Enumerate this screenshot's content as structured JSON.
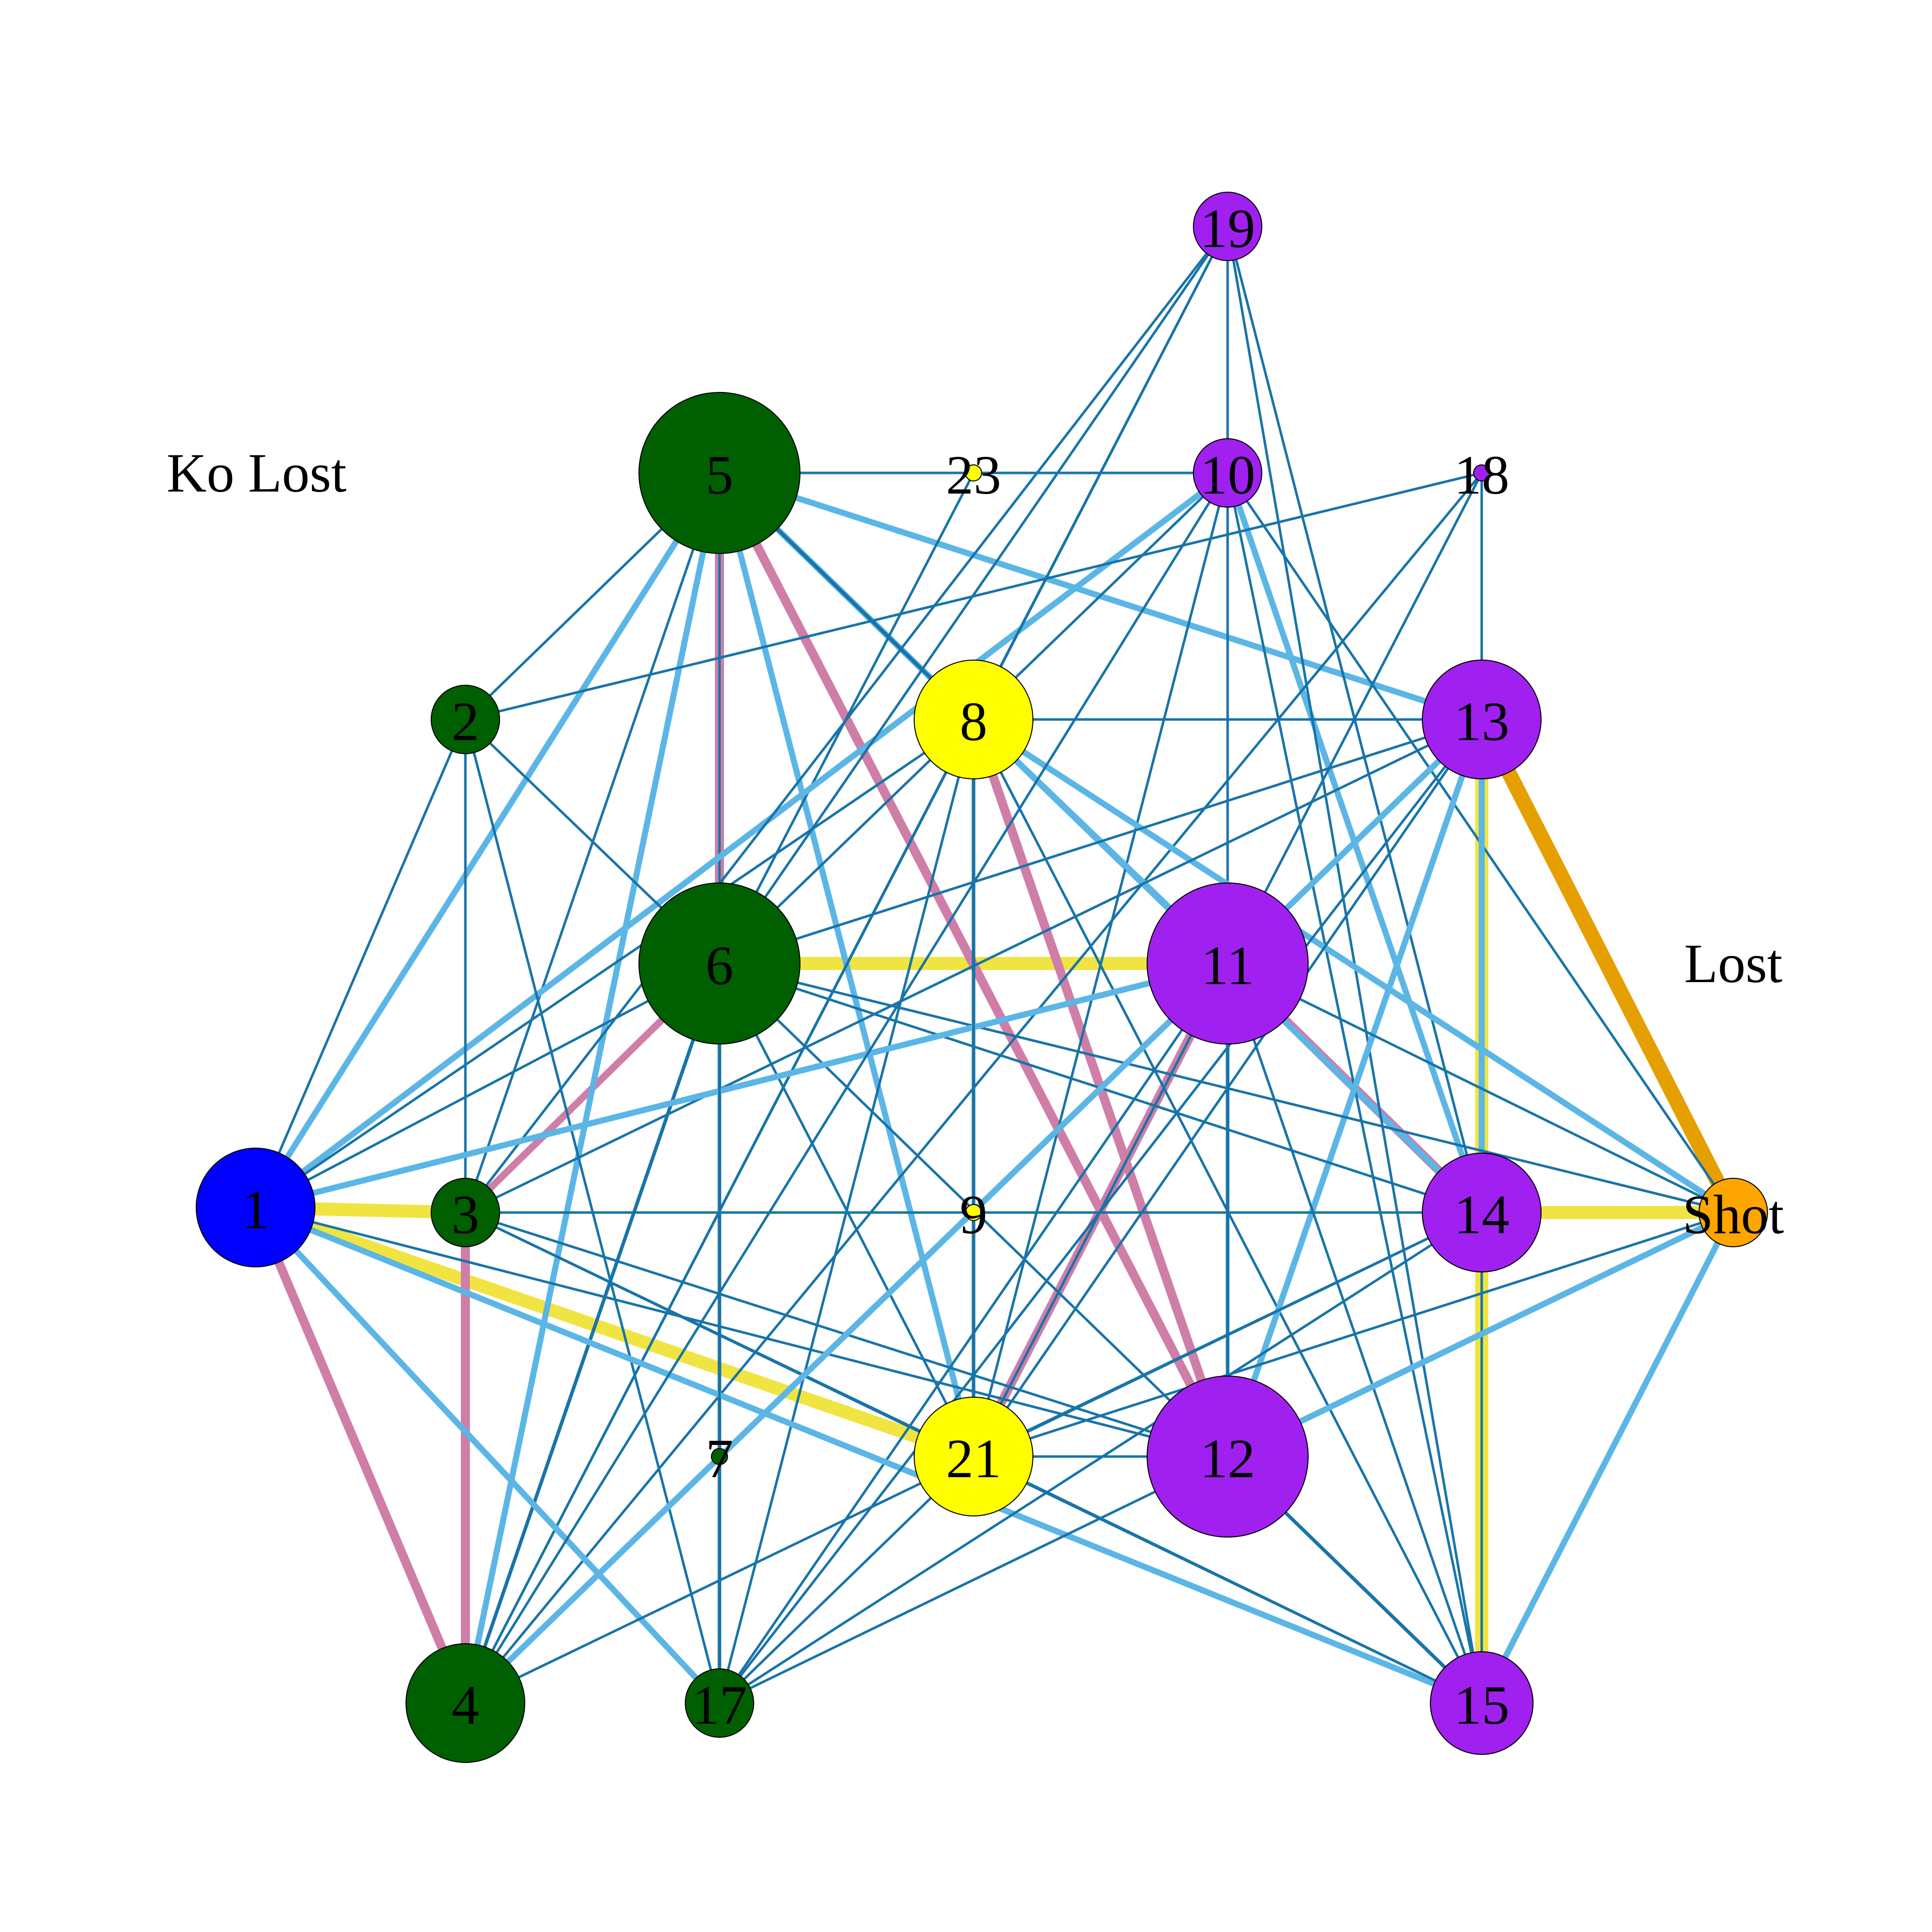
{
  "colors": {
    "dark": "#1874a8",
    "light": "#5bb6e6",
    "pink": "#cf7ea8",
    "yellow": "#f0e442",
    "orange": "#e69f00",
    "green": "#005f00",
    "purple": "#a020f0",
    "blue": "#0000ff",
    "nodeYellow": "#ffff00",
    "nodeOrange": "#ffa500"
  },
  "side_labels": {
    "ko_lost": "Ko Lost",
    "lost": "Lost"
  },
  "nodes": [
    {
      "id": "1",
      "label": "1",
      "color": "blue",
      "size": "large"
    },
    {
      "id": "2",
      "label": "2",
      "color": "green",
      "size": "small"
    },
    {
      "id": "3",
      "label": "3",
      "color": "green",
      "size": "small"
    },
    {
      "id": "4",
      "label": "4",
      "color": "green",
      "size": "large"
    },
    {
      "id": "5",
      "label": "5",
      "color": "green",
      "size": "xlarge"
    },
    {
      "id": "6",
      "label": "6",
      "color": "green",
      "size": "xlarge"
    },
    {
      "id": "7",
      "label": "7",
      "color": "green",
      "size": "tiny"
    },
    {
      "id": "8",
      "label": "8",
      "color": "nodeYellow",
      "size": "large"
    },
    {
      "id": "9",
      "label": "9",
      "color": "nodeYellow",
      "size": "tiny"
    },
    {
      "id": "10",
      "label": "10",
      "color": "purple",
      "size": "small"
    },
    {
      "id": "11",
      "label": "11",
      "color": "purple",
      "size": "xlarge"
    },
    {
      "id": "12",
      "label": "12",
      "color": "purple",
      "size": "xlarge"
    },
    {
      "id": "13",
      "label": "13",
      "color": "purple",
      "size": "large"
    },
    {
      "id": "14",
      "label": "14",
      "color": "purple",
      "size": "large"
    },
    {
      "id": "15",
      "label": "15",
      "color": "purple",
      "size": "medium"
    },
    {
      "id": "17",
      "label": "17",
      "color": "green",
      "size": "small"
    },
    {
      "id": "18",
      "label": "18",
      "color": "purple",
      "size": "tiny"
    },
    {
      "id": "19",
      "label": "19",
      "color": "purple",
      "size": "small"
    },
    {
      "id": "21",
      "label": "21",
      "color": "nodeYellow",
      "size": "large"
    },
    {
      "id": "23",
      "label": "23",
      "color": "nodeYellow",
      "size": "tiny"
    },
    {
      "id": "shot",
      "label": "Shot",
      "color": "nodeOrange",
      "size": "small"
    }
  ],
  "edges": [
    {
      "from": "13",
      "to": "shot",
      "style": "orange",
      "weight": 6
    },
    {
      "from": "6",
      "to": "11",
      "style": "yellow",
      "weight": 5
    },
    {
      "from": "14",
      "to": "shot",
      "style": "yellow",
      "weight": 5
    },
    {
      "from": "1",
      "to": "21",
      "style": "yellow",
      "weight": 5
    },
    {
      "from": "1",
      "to": "3",
      "style": "yellow",
      "weight": 3
    },
    {
      "from": "13",
      "to": "15",
      "style": "yellow",
      "weight": 3
    },
    {
      "from": "8",
      "to": "12",
      "style": "pink",
      "weight": 4
    },
    {
      "from": "11",
      "to": "21",
      "style": "pink",
      "weight": 4
    },
    {
      "from": "11",
      "to": "14",
      "style": "pink",
      "weight": 4
    },
    {
      "from": "3",
      "to": "4",
      "style": "pink",
      "weight": 4
    },
    {
      "from": "5",
      "to": "12",
      "style": "pink",
      "weight": 3
    },
    {
      "from": "5",
      "to": "6",
      "style": "pink",
      "weight": 3
    },
    {
      "from": "1",
      "to": "4",
      "style": "pink",
      "weight": 3
    },
    {
      "from": "6",
      "to": "3",
      "style": "pink",
      "weight": 2
    },
    {
      "from": "5",
      "to": "13",
      "style": "light",
      "weight": 2
    },
    {
      "from": "5",
      "to": "21",
      "style": "light",
      "weight": 2
    },
    {
      "from": "5",
      "to": "4",
      "style": "light",
      "weight": 2
    },
    {
      "from": "5",
      "to": "1",
      "style": "light",
      "weight": 2
    },
    {
      "from": "5",
      "to": "14",
      "style": "light",
      "weight": 2
    },
    {
      "from": "5",
      "to": "8",
      "style": "dark",
      "weight": 2
    },
    {
      "from": "5",
      "to": "23",
      "style": "dark",
      "weight": 1
    },
    {
      "from": "5",
      "to": "2",
      "style": "dark",
      "weight": 1
    },
    {
      "from": "5",
      "to": "3",
      "style": "dark",
      "weight": 1
    },
    {
      "from": "5",
      "to": "17",
      "style": "dark",
      "weight": 1
    },
    {
      "from": "23",
      "to": "10",
      "style": "dark",
      "weight": 1
    },
    {
      "from": "23",
      "to": "6",
      "style": "dark",
      "weight": 1
    },
    {
      "from": "10",
      "to": "19",
      "style": "dark",
      "weight": 1
    },
    {
      "from": "10",
      "to": "11",
      "style": "dark",
      "weight": 1
    },
    {
      "from": "10",
      "to": "14",
      "style": "light",
      "weight": 2
    },
    {
      "from": "10",
      "to": "15",
      "style": "dark",
      "weight": 1
    },
    {
      "from": "10",
      "to": "6",
      "style": "dark",
      "weight": 1
    },
    {
      "from": "10",
      "to": "1",
      "style": "light",
      "weight": 2
    },
    {
      "from": "10",
      "to": "21",
      "style": "dark",
      "weight": 1
    },
    {
      "from": "10",
      "to": "shot",
      "style": "dark",
      "weight": 1
    },
    {
      "from": "19",
      "to": "3",
      "style": "dark",
      "weight": 1
    },
    {
      "from": "19",
      "to": "4",
      "style": "dark",
      "weight": 1
    },
    {
      "from": "19",
      "to": "6",
      "style": "dark",
      "weight": 1
    },
    {
      "from": "19",
      "to": "14",
      "style": "dark",
      "weight": 1
    },
    {
      "from": "19",
      "to": "15",
      "style": "dark",
      "weight": 1
    },
    {
      "from": "19",
      "to": "8",
      "style": "dark",
      "weight": 1
    },
    {
      "from": "18",
      "to": "2",
      "style": "dark",
      "weight": 1
    },
    {
      "from": "18",
      "to": "13",
      "style": "dark",
      "weight": 1
    },
    {
      "from": "18",
      "to": "21",
      "style": "dark",
      "weight": 1
    },
    {
      "from": "18",
      "to": "4",
      "style": "dark",
      "weight": 1
    },
    {
      "from": "2",
      "to": "6",
      "style": "dark",
      "weight": 1
    },
    {
      "from": "2",
      "to": "3",
      "style": "dark",
      "weight": 1
    },
    {
      "from": "2",
      "to": "1",
      "style": "dark",
      "weight": 1
    },
    {
      "from": "2",
      "to": "17",
      "style": "dark",
      "weight": 1
    },
    {
      "from": "8",
      "to": "13",
      "style": "dark",
      "weight": 1
    },
    {
      "from": "8",
      "to": "21",
      "style": "dark",
      "weight": 2
    },
    {
      "from": "8",
      "to": "15",
      "style": "dark",
      "weight": 1
    },
    {
      "from": "8",
      "to": "1",
      "style": "dark",
      "weight": 1
    },
    {
      "from": "8",
      "to": "4",
      "style": "dark",
      "weight": 1
    },
    {
      "from": "8",
      "to": "shot",
      "style": "light",
      "weight": 2
    },
    {
      "from": "8",
      "to": "11",
      "style": "light",
      "weight": 2
    },
    {
      "from": "8",
      "to": "17",
      "style": "dark",
      "weight": 1
    },
    {
      "from": "13",
      "to": "11",
      "style": "dark",
      "weight": 2
    },
    {
      "from": "13",
      "to": "12",
      "style": "light",
      "weight": 2
    },
    {
      "from": "13",
      "to": "14",
      "style": "light",
      "weight": 2
    },
    {
      "from": "13",
      "to": "6",
      "style": "dark",
      "weight": 1
    },
    {
      "from": "13",
      "to": "3",
      "style": "dark",
      "weight": 1
    },
    {
      "from": "13",
      "to": "21",
      "style": "dark",
      "weight": 1
    },
    {
      "from": "6",
      "to": "14",
      "style": "dark",
      "weight": 1
    },
    {
      "from": "6",
      "to": "12",
      "style": "dark",
      "weight": 1
    },
    {
      "from": "6",
      "to": "4",
      "style": "dark",
      "weight": 2
    },
    {
      "from": "6",
      "to": "1",
      "style": "dark",
      "weight": 1
    },
    {
      "from": "6",
      "to": "17",
      "style": "dark",
      "weight": 2
    },
    {
      "from": "6",
      "to": "shot",
      "style": "dark",
      "weight": 1
    },
    {
      "from": "6",
      "to": "21",
      "style": "dark",
      "weight": 1
    },
    {
      "from": "11",
      "to": "1",
      "style": "light",
      "weight": 2
    },
    {
      "from": "11",
      "to": "12",
      "style": "dark",
      "weight": 2
    },
    {
      "from": "11",
      "to": "15",
      "style": "dark",
      "weight": 1
    },
    {
      "from": "11",
      "to": "4",
      "style": "dark",
      "weight": 2
    },
    {
      "from": "11",
      "to": "shot",
      "style": "dark",
      "weight": 1
    },
    {
      "from": "11",
      "to": "17",
      "style": "dark",
      "weight": 1
    },
    {
      "from": "3",
      "to": "14",
      "style": "dark",
      "weight": 1
    },
    {
      "from": "3",
      "to": "21",
      "style": "dark",
      "weight": 1
    },
    {
      "from": "3",
      "to": "12",
      "style": "dark",
      "weight": 1
    },
    {
      "from": "3",
      "to": "15",
      "style": "dark",
      "weight": 1
    },
    {
      "from": "1",
      "to": "17",
      "style": "light",
      "weight": 2
    },
    {
      "from": "1",
      "to": "15",
      "style": "light",
      "weight": 2
    },
    {
      "from": "1",
      "to": "12",
      "style": "dark",
      "weight": 1
    },
    {
      "from": "14",
      "to": "4",
      "style": "dark",
      "weight": 1
    },
    {
      "from": "14",
      "to": "21",
      "style": "dark",
      "weight": 1
    },
    {
      "from": "14",
      "to": "15",
      "style": "dark",
      "weight": 1
    },
    {
      "from": "14",
      "to": "17",
      "style": "dark",
      "weight": 1
    },
    {
      "from": "12",
      "to": "shot",
      "style": "light",
      "weight": 2
    },
    {
      "from": "12",
      "to": "21",
      "style": "dark",
      "weight": 1
    },
    {
      "from": "12",
      "to": "15",
      "style": "dark",
      "weight": 2
    },
    {
      "from": "12",
      "to": "17",
      "style": "dark",
      "weight": 1
    },
    {
      "from": "21",
      "to": "15",
      "style": "dark",
      "weight": 1
    },
    {
      "from": "21",
      "to": "shot",
      "style": "dark",
      "weight": 1
    },
    {
      "from": "21",
      "to": "17",
      "style": "dark",
      "weight": 1
    },
    {
      "from": "15",
      "to": "shot",
      "style": "light",
      "weight": 2
    },
    {
      "from": "4",
      "to": "13",
      "style": "light",
      "weight": 2
    },
    {
      "from": "4",
      "to": "10",
      "style": "dark",
      "weight": 1
    },
    {
      "from": "17",
      "to": "13",
      "style": "dark",
      "weight": 1
    },
    {
      "from": "7",
      "to": "6",
      "style": "dark",
      "weight": 1
    },
    {
      "from": "9",
      "to": "8",
      "style": "dark",
      "weight": 1
    },
    {
      "from": "9",
      "to": "21",
      "style": "dark",
      "weight": 1
    }
  ]
}
